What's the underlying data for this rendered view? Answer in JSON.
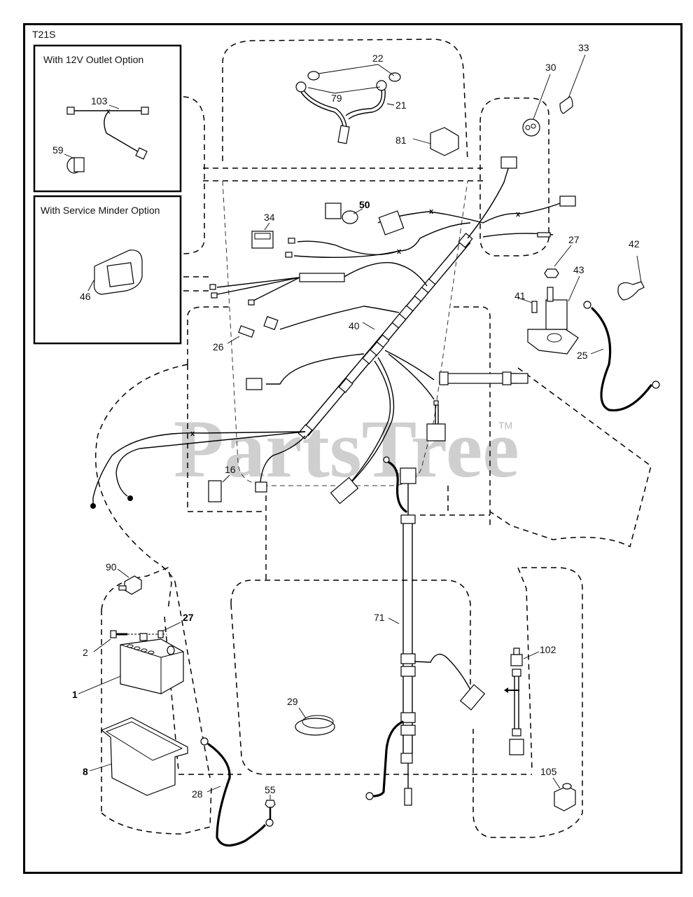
{
  "diagram": {
    "model_code": "T21S",
    "watermark": "PartsTree",
    "watermark_mark": "TM",
    "inset_boxes": [
      {
        "title": "With 12V Outlet Option",
        "callouts": [
          "103",
          "59"
        ]
      },
      {
        "title": "With Service Minder Option",
        "callouts": [
          "46"
        ]
      }
    ],
    "callouts": {
      "c22": "22",
      "c79": "79",
      "c21": "21",
      "c81": "81",
      "c30": "30",
      "c33": "33",
      "c34": "34",
      "c50": "50",
      "c27a": "27",
      "c42": "42",
      "c43": "43",
      "c41": "41",
      "c25": "25",
      "c40": "40",
      "c26": "26",
      "c16": "16",
      "c90": "90",
      "c27b": "27",
      "c2": "2",
      "c1": "1",
      "c8": "8",
      "c28": "28",
      "c55": "55",
      "c71": "71",
      "c29": "29",
      "c102": "102",
      "c105": "105",
      "c103": "103",
      "c59": "59",
      "c46": "46"
    }
  }
}
